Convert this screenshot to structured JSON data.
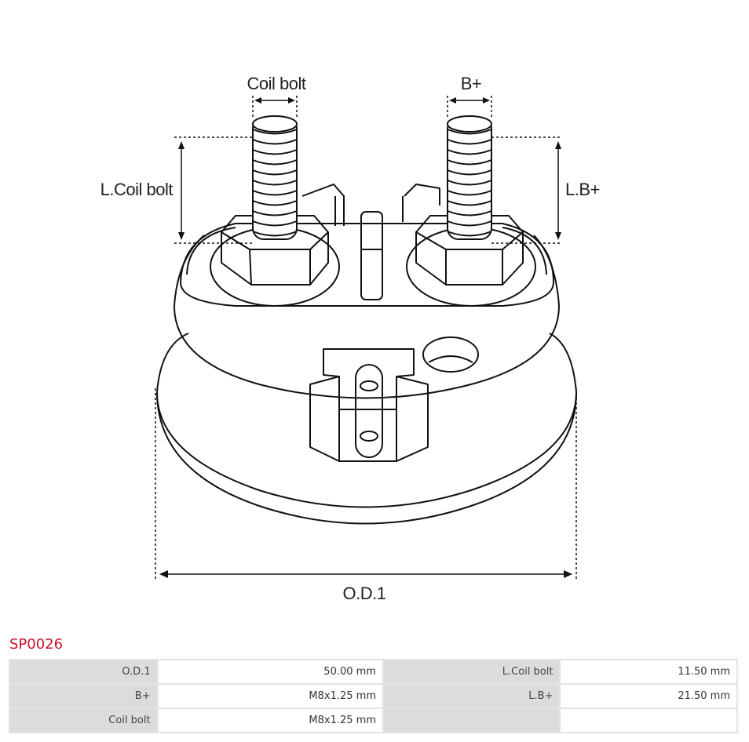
{
  "diagram": {
    "labels": {
      "coil_bolt": "Coil bolt",
      "b_plus": "B+",
      "l_coil_bolt": "L.Coil bolt",
      "l_b_plus": "L.B+",
      "od1": "O.D.1"
    }
  },
  "product": {
    "code": "SP0026",
    "color": "#c8102e"
  },
  "specs": {
    "rows": [
      {
        "k1": "O.D.1",
        "v1": "50.00 mm",
        "k2": "L.Coil bolt",
        "v2": "11.50 mm"
      },
      {
        "k1": "B+",
        "v1": "M8x1.25 mm",
        "k2": "L.B+",
        "v2": "21.50 mm"
      },
      {
        "k1": "Coil bolt",
        "v1": "M8x1.25 mm",
        "k2": "",
        "v2": ""
      }
    ]
  }
}
